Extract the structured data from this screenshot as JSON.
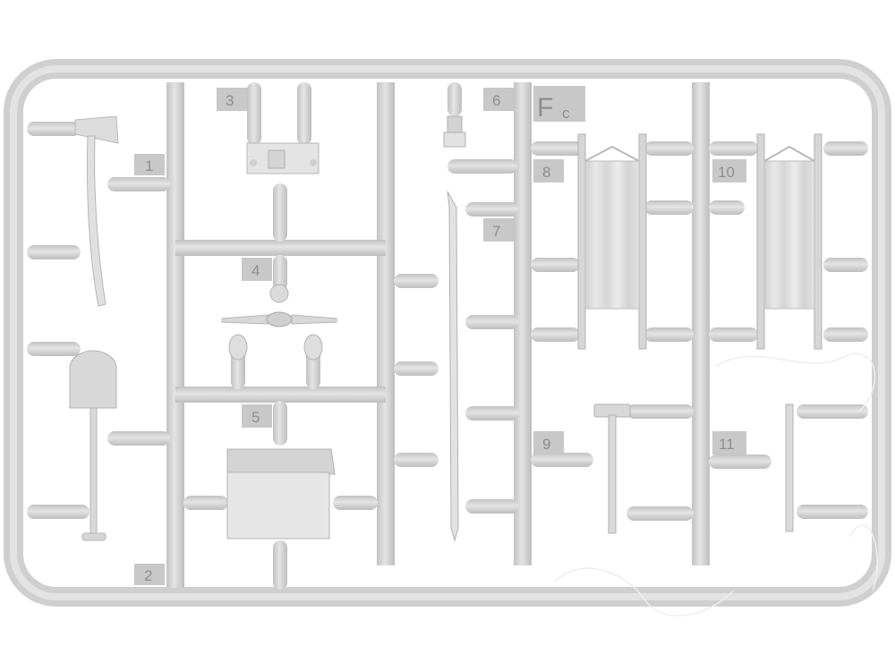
{
  "sprue": {
    "frame_label": "F",
    "frame_sub": "c",
    "parts": [
      {
        "num": "1",
        "name": "axe"
      },
      {
        "num": "2",
        "name": "shovel"
      },
      {
        "num": "3",
        "name": "fire-extinguisher-bracket"
      },
      {
        "num": "4",
        "name": "pickaxe-head"
      },
      {
        "num": "5",
        "name": "box"
      },
      {
        "num": "6",
        "name": "lantern-part"
      },
      {
        "num": "7",
        "name": "crowbar"
      },
      {
        "num": "8",
        "name": "stretcher-left"
      },
      {
        "num": "9",
        "name": "hammer"
      },
      {
        "num": "10",
        "name": "stretcher-right"
      },
      {
        "num": "11",
        "name": "handle"
      }
    ]
  },
  "colors": {
    "plastic": "#d6d6d6",
    "plastic_light": "#e6e6e6",
    "plastic_dark": "#b9b9b9",
    "tag": "#c4c4c4",
    "tag_text": "#8e8e8e",
    "background": "#ffffff"
  }
}
